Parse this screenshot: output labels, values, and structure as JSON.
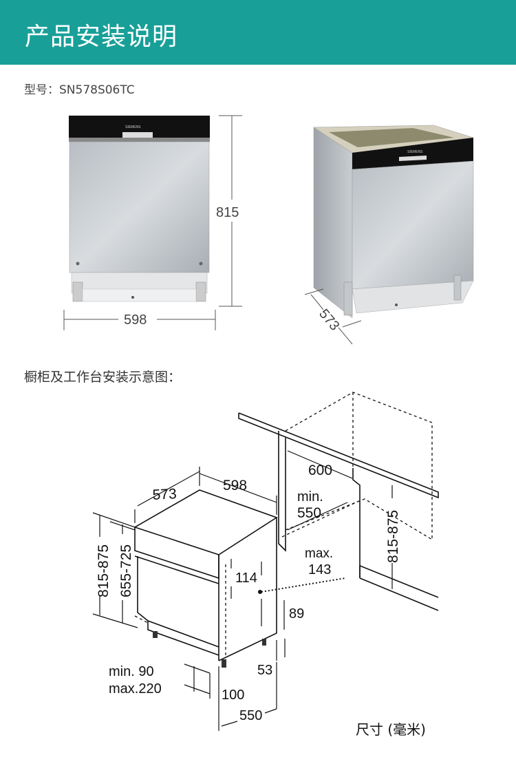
{
  "header": {
    "title": "产品安装说明"
  },
  "model": {
    "label": "型号：SN578S06TC"
  },
  "photo_dimensions": {
    "height": "815",
    "width": "598",
    "depth": "573",
    "brand": "SIEMENS"
  },
  "section": {
    "title": "橱柜及工作台安装示意图："
  },
  "diagram": {
    "depth": "573",
    "width": "598",
    "niche_width": "600",
    "niche_min_label": "min.",
    "niche_min_value": "550",
    "height_range_left": "815-875",
    "height_range_front": "655-725",
    "height_range_right": "815-875",
    "max_label": "max.",
    "max_value": "143",
    "dim_114": "114",
    "dim_89": "89",
    "dim_53": "53",
    "dim_100": "100",
    "dim_550": "550",
    "min90": "min. 90",
    "max220": "max.220",
    "unit": "尺寸 (毫米)"
  },
  "colors": {
    "header_bg": "#189f98",
    "header_text": "#ffffff"
  }
}
